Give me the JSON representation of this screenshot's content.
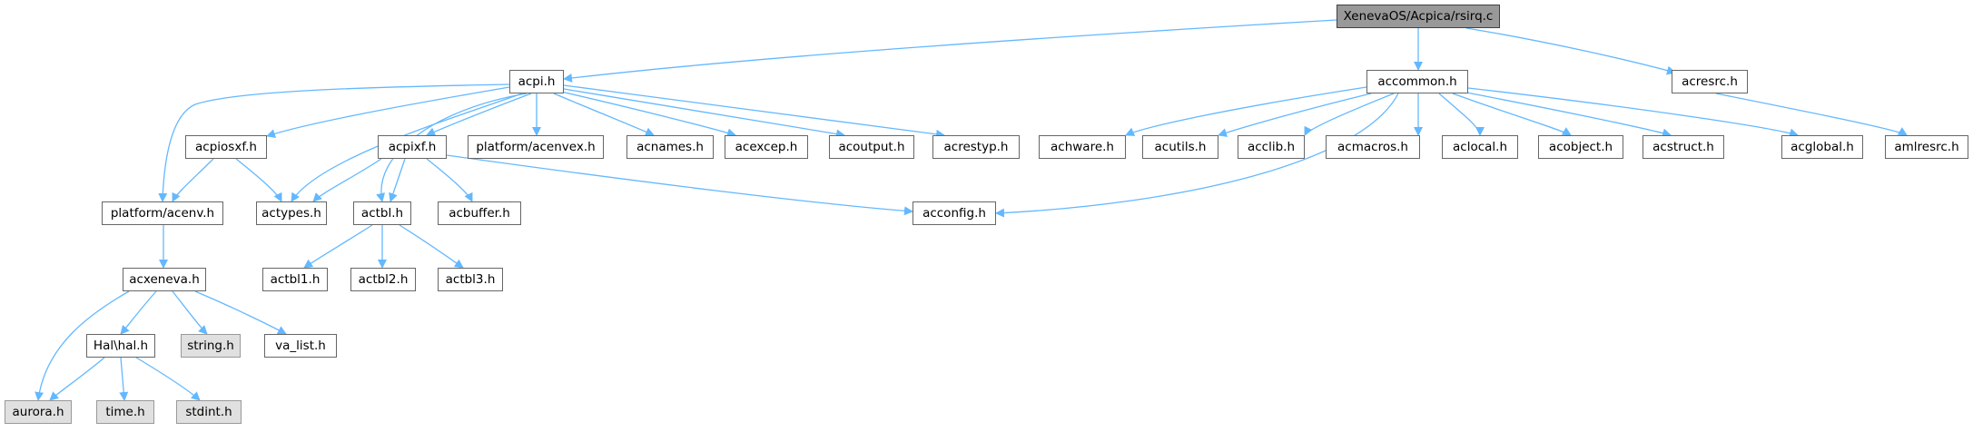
{
  "title": "",
  "colors": {
    "edge": "#63b8ff",
    "root_fill": "#999999",
    "external_fill": "#e0e0e0",
    "border": "#666666"
  },
  "nodes": {
    "rsirq": "XenevaOS/Acpica/rsirq.c",
    "acpi": "acpi.h",
    "accommon": "accommon.h",
    "acresrc": "acresrc.h",
    "acpiosxf": "acpiosxf.h",
    "acpixf": "acpixf.h",
    "platform_acenvex": "platform/acenvex.h",
    "acnames": "acnames.h",
    "acexcep": "acexcep.h",
    "acoutput": "acoutput.h",
    "acrestyp": "acrestyp.h",
    "achware": "achware.h",
    "acutils": "acutils.h",
    "acclib": "acclib.h",
    "acmacros": "acmacros.h",
    "aclocal": "aclocal.h",
    "acobject": "acobject.h",
    "acstruct": "acstruct.h",
    "acglobal": "acglobal.h",
    "amlresrc": "amlresrc.h",
    "platform_acenv": "platform/acenv.h",
    "actypes": "actypes.h",
    "actbl": "actbl.h",
    "acbuffer": "acbuffer.h",
    "acconfig": "acconfig.h",
    "acxeneva": "acxeneva.h",
    "actbl1": "actbl1.h",
    "actbl2": "actbl2.h",
    "actbl3": "actbl3.h",
    "halhal": "Hal\\hal.h",
    "string": "string.h",
    "va_list": "va_list.h",
    "aurora": "aurora.h",
    "time": "time.h",
    "stdint": "stdint.h"
  }
}
